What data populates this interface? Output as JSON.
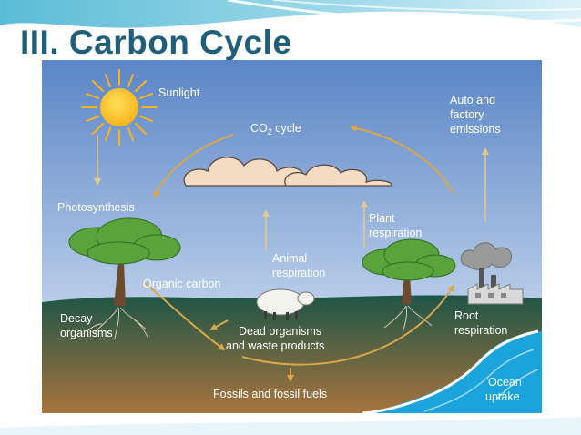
{
  "slide": {
    "title": "III.  Carbon Cycle"
  },
  "diagram": {
    "labels": {
      "sunlight": "Sunlight",
      "co2_cycle_prefix": "CO",
      "co2_cycle_sub": "2",
      "co2_cycle_suffix": " cycle",
      "auto_emissions_1": "Auto  and",
      "auto_emissions_2": "factory",
      "auto_emissions_3": "emissions",
      "photosynthesis": "Photosynthesis",
      "plant_respiration_1": "Plant",
      "plant_respiration_2": "respiration",
      "animal_respiration_1": "Animal",
      "animal_respiration_2": "respiration",
      "organic_carbon": "Organic  carbon",
      "decay_organisms_1": "Decay",
      "decay_organisms_2": "organisms",
      "dead_organisms_1": "Dead organisms",
      "dead_organisms_2": "and  waste products",
      "root_respiration_1": "Root",
      "root_respiration_2": "respiration",
      "fossils": "Fossils  and  fossil  fuels",
      "ocean_uptake_1": "Ocean",
      "ocean_uptake_2": "uptake"
    },
    "colors": {
      "sky_top": "#5a85c6",
      "sky_bottom": "#b9cde9",
      "ground_top": "#1e5546",
      "ground_bottom": "#a8743e",
      "arrow": "#d9a84a",
      "sun": "#f7b41c",
      "water": "#1ba3dc",
      "title": "#1f5f7a"
    }
  }
}
